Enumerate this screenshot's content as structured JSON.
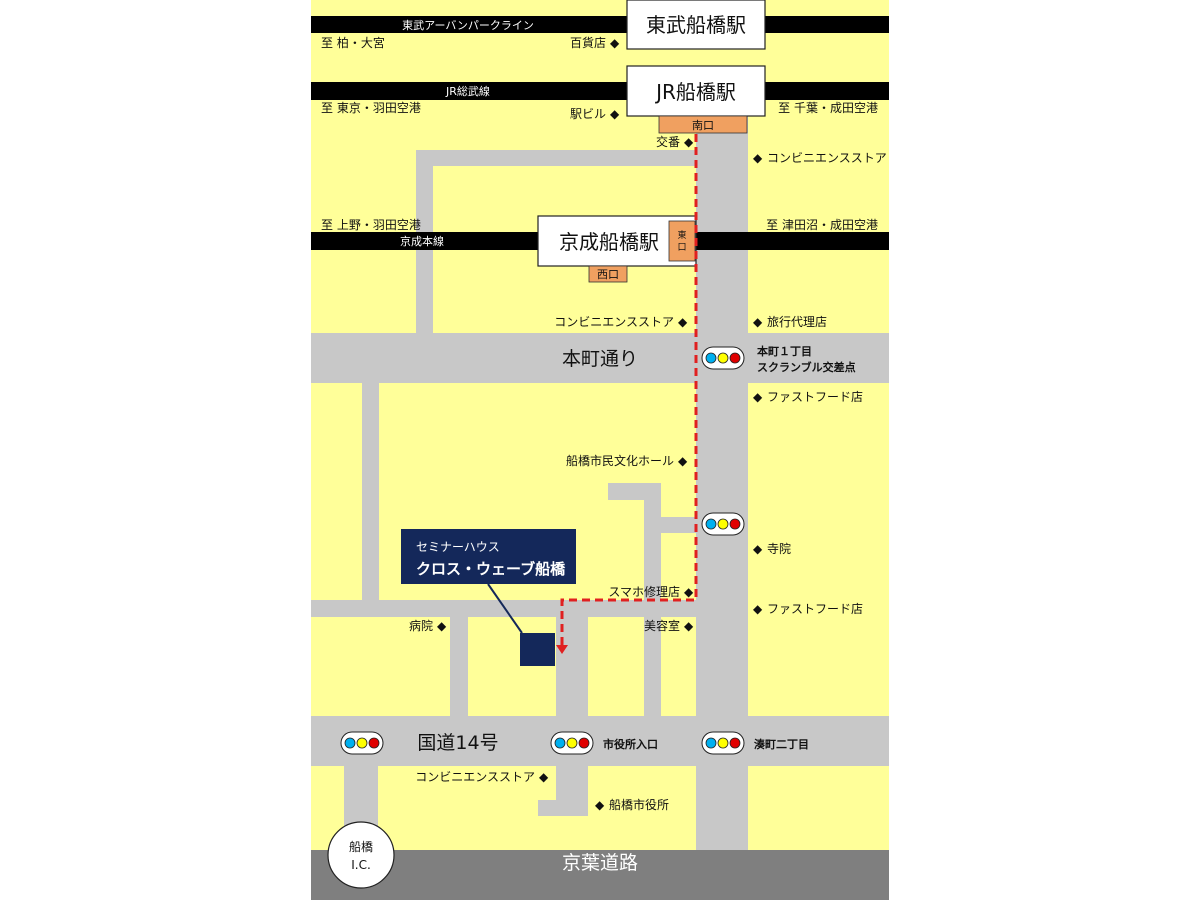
{
  "colors": {
    "background": "#ffff99",
    "road": "#c8c8c8",
    "expressway": "#7f7f7f",
    "railway": "#000000",
    "exit": "#f0a060",
    "route": "#e02020",
    "venue": "#14285a",
    "signal_yellow": "#ffff00",
    "signal_blue": "#00b0f0",
    "signal_red": "#e00000"
  },
  "railways": {
    "tobu_line": "東武アーバンパークライン",
    "tobu_direction": "至 柏・大宮",
    "jr_line": "JR総武線",
    "jr_direction_west": "至 東京・羽田空港",
    "jr_direction_east": "至 千葉・成田空港",
    "keisei_line": "京成本線",
    "keisei_direction_west": "至 上野・羽田空港",
    "keisei_direction_east": "至 津田沼・成田空港"
  },
  "stations": {
    "tobu": "東武船橋駅",
    "jr": "JR船橋駅",
    "keisei": "京成船橋駅",
    "jr_south_exit": "南口",
    "keisei_east_exit": "東口",
    "keisei_west_exit": "西口"
  },
  "roads": {
    "honcho_dori": "本町通り",
    "route14": "国道14号",
    "keiyo_road": "京葉道路"
  },
  "intersections": {
    "honcho1": "本町１丁目",
    "scramble": "スクランブル交差点",
    "shiyakusho_iriguchi": "市役所入口",
    "minatomachi2": "湊町二丁目"
  },
  "landmarks": {
    "department_store": "百貨店",
    "station_building": "駅ビル",
    "police_box": "交番",
    "convenience_store_1": "コンビニエンスストア",
    "convenience_store_2": "コンビニエンスストア",
    "travel_agency": "旅行代理店",
    "fast_food_1": "ファストフード店",
    "culture_hall": "船橋市民文化ホール",
    "temple": "寺院",
    "phone_repair": "スマホ修理店",
    "fast_food_2": "ファストフード店",
    "hospital": "病院",
    "beauty_salon": "美容室",
    "convenience_store_3": "コンビニエンスストア",
    "city_hall": "船橋市役所"
  },
  "venue": {
    "line1": "セミナーハウス",
    "line2": "クロス・ウェーブ船橋"
  },
  "interchange": {
    "line1": "船橋",
    "line2": "I.C."
  }
}
